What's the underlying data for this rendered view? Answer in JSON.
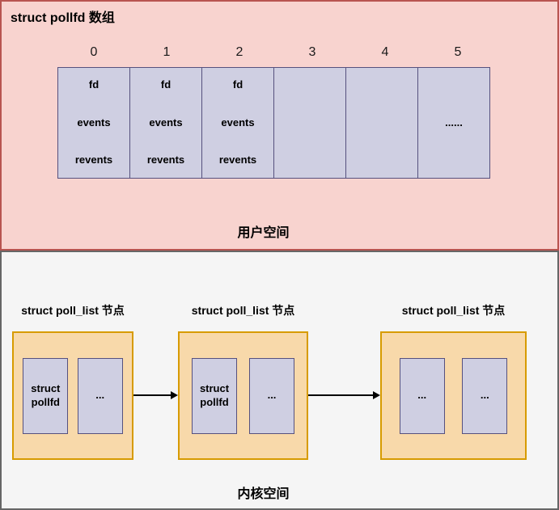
{
  "colors": {
    "pink_fill": "#f8d3cf",
    "pink_stroke": "#b85450",
    "cell_fill": "#cfcfe2",
    "cell_stroke": "#56517e",
    "node_fill": "#f8d9aa",
    "node_stroke": "#d79b00",
    "kernel_fill": "#f5f5f5",
    "kernel_stroke": "#666666",
    "arrow_color": "#000000"
  },
  "user_space": {
    "title": "struct pollfd 数组",
    "section_label": "用户空间",
    "array": {
      "indices": [
        "0",
        "1",
        "2",
        "3",
        "4",
        "5"
      ],
      "filled_cells": [
        {
          "rows": [
            "fd",
            "events",
            "revents"
          ]
        },
        {
          "rows": [
            "fd",
            "events",
            "revents"
          ]
        },
        {
          "rows": [
            "fd",
            "events",
            "revents"
          ]
        }
      ],
      "ellipsis": "......"
    }
  },
  "kernel_space": {
    "section_label": "内核空间",
    "nodes": [
      {
        "label": "struct poll_list 节点",
        "slots": [
          "struct pollfd",
          "..."
        ]
      },
      {
        "label": "struct poll_list 节点",
        "slots": [
          "struct pollfd",
          "..."
        ]
      },
      {
        "label": "struct poll_list 节点",
        "slots": [
          "...",
          "..."
        ]
      }
    ]
  }
}
